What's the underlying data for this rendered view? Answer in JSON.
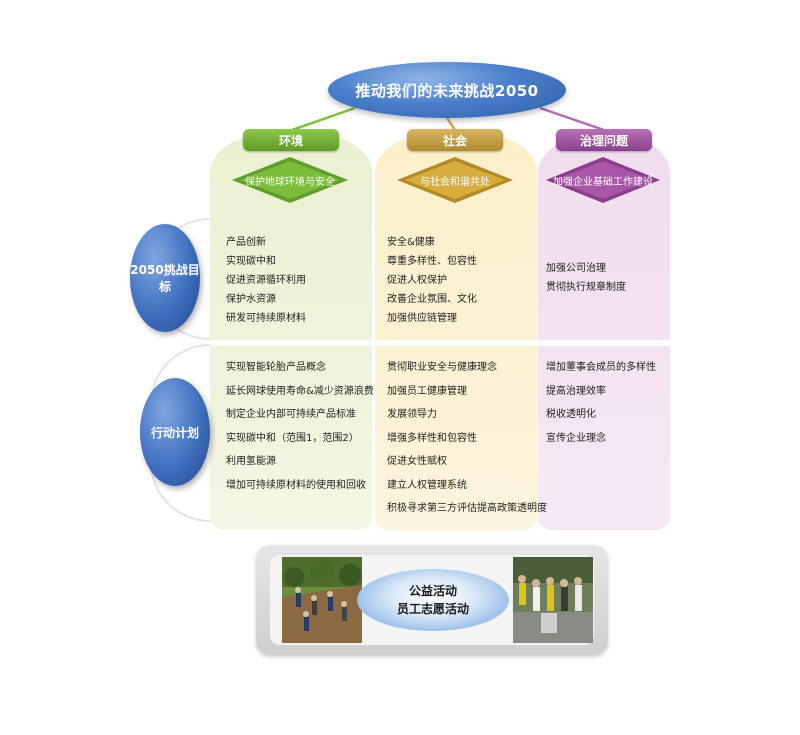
{
  "title": "推动我们的未来挑战2050",
  "columns": [
    {
      "header": "环境",
      "theme": "保护地球环境与安全",
      "color": "#6aa82f"
    },
    {
      "header": "社会",
      "theme": "与社会和谐共处",
      "color": "#c9a13e"
    },
    {
      "header": "治理问题",
      "theme": "加强企业基础工作建设",
      "color": "#9a4e9a"
    }
  ],
  "rows": {
    "goals": {
      "label": "2050挑战目标",
      "environment": [
        "产品创新",
        "实现碳中和",
        "促进资源循环利用",
        "保护水资源",
        "研发可持续原材料"
      ],
      "society": [
        "安全&健康",
        "尊重多样性、包容性",
        "促进人权保护",
        "改善企业氛围、文化",
        "加强供应链管理"
      ],
      "governance": [
        "加强公司治理",
        "贯彻执行规章制度"
      ]
    },
    "plan": {
      "label": "行动计划",
      "environment": [
        "实现智能轮胎产品概念",
        "延长网球使用寿命&减少资源浪费",
        "制定企业内部可持续产品标准",
        "实现碳中和（范围1，范围2）",
        "利用氢能源",
        "增加可持续原材料的使用和回收"
      ],
      "society": [
        "贯彻职业安全与健康理念",
        "加强员工健康管理",
        "发展领导力",
        "增强多样性和包容性",
        "促进女性赋权",
        "建立人权管理系统",
        "积极寻求第三方评估提高政策透明度"
      ],
      "governance": [
        "增加董事会成员的多样性",
        "提高治理效率",
        "税收透明化",
        "宣传企业理念"
      ]
    }
  },
  "bottom": {
    "line1": "公益活动",
    "line2": "员工志愿活动"
  }
}
